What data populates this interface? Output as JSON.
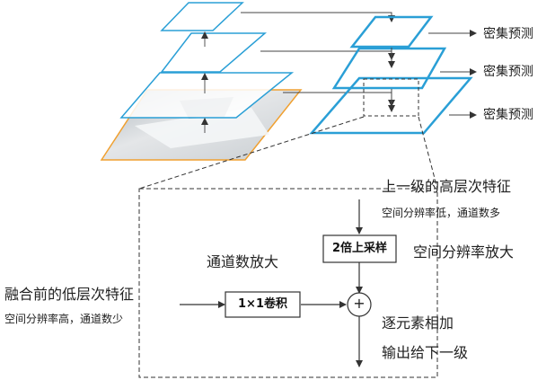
{
  "predictions": [
    "密集预测",
    "密集预测",
    "密集预测"
  ],
  "high_level": {
    "title": "上一级的高层次特征",
    "subtitle": "空间分辨率低，通道数多"
  },
  "low_level": {
    "title": "融合前的低层次特征",
    "subtitle": "空间分辨率高，通道数少"
  },
  "upsample_box": "2倍上采样",
  "conv_box": "1×1卷积",
  "plus_symbol": "+",
  "labels": {
    "channel_up": "通道数放大",
    "resolution_up": "空间分辨率放大",
    "elementwise_add": "逐元素相加",
    "output_next": "输出给下一级"
  },
  "colors": {
    "pyramid_stroke": "#2a9fd6",
    "image_border": "#f0a030",
    "line": "#333333"
  }
}
